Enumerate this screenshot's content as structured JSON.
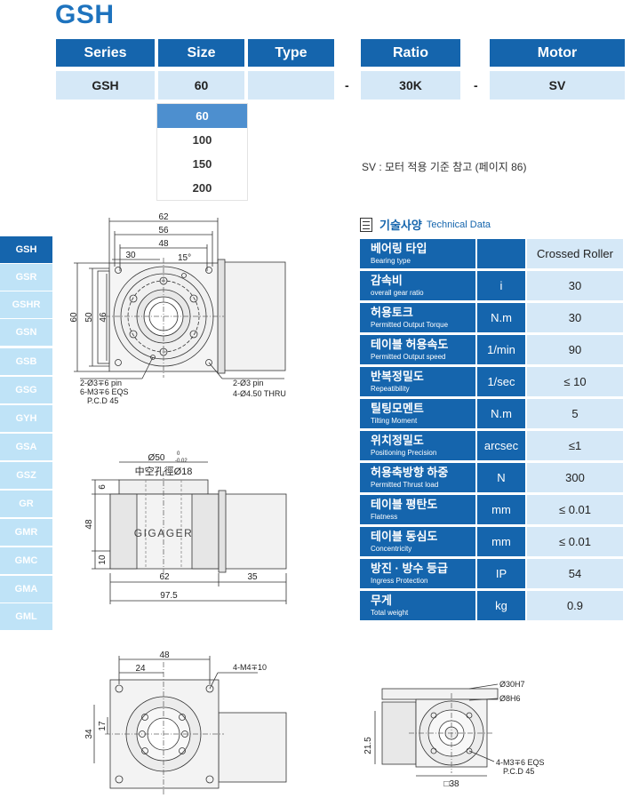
{
  "title": "GSH",
  "config": {
    "headers": [
      "Series",
      "Size",
      "Type",
      "Ratio",
      "Motor"
    ],
    "values": [
      "GSH",
      "60",
      "",
      "30K",
      "SV"
    ],
    "separator": "-"
  },
  "size_options": [
    "60",
    "100",
    "150",
    "200"
  ],
  "selected_size": "60",
  "sv_note": "SV : 모터 적용 기준 참고 (페이지 86)",
  "sidebar": [
    "GSH",
    "GSR",
    "GSHR",
    "GSN",
    "GSB",
    "GSG",
    "GYH",
    "GSA",
    "GSZ",
    "GR",
    "GMR",
    "GMC",
    "GMA",
    "GML"
  ],
  "sidebar_active": "GSH",
  "tech": {
    "title_ko": "기술사양",
    "title_en": "Technical Data",
    "rows": [
      {
        "ko": "베어링 타입",
        "en": "Bearing type",
        "unit": "",
        "value": "Crossed Roller"
      },
      {
        "ko": "감속비",
        "en": "overall gear ratio",
        "unit": "i",
        "value": "30"
      },
      {
        "ko": "허용토크",
        "en": "Permitted Output Torque",
        "unit": "N.m",
        "value": "30"
      },
      {
        "ko": "테이블 허용속도",
        "en": "Permitted Output speed",
        "unit": "1/min",
        "value": "90"
      },
      {
        "ko": "반복정밀도",
        "en": "Repeatibility",
        "unit": "1/sec",
        "value": "≤ 10"
      },
      {
        "ko": "틸팅모멘트",
        "en": "Tilting Moment",
        "unit": "N.m",
        "value": "5"
      },
      {
        "ko": "위치정밀도",
        "en": "Positioning Precision",
        "unit": "arcsec",
        "value": "≤1"
      },
      {
        "ko": "허용축방향 하중",
        "en": "Permitted Thrust load",
        "unit": "N",
        "value": "300"
      },
      {
        "ko": "테이블 평탄도",
        "en": "Flatness",
        "unit": "mm",
        "value": "≤ 0.01"
      },
      {
        "ko": "테이블 동심도",
        "en": "Concentricity",
        "unit": "mm",
        "value": "≤ 0.01"
      },
      {
        "ko": "방진 · 방수 등급",
        "en": "Ingress Protection",
        "unit": "IP",
        "value": "54"
      },
      {
        "ko": "무게",
        "en": "Total weight",
        "unit": "kg",
        "value": "0.9"
      }
    ]
  },
  "drawing_top": {
    "dim_62": "62",
    "dim_56": "56",
    "dim_48": "48",
    "dim_30": "30",
    "dim_15deg": "15°",
    "dim_60": "60",
    "dim_50": "50",
    "dim_46": "46",
    "note_pin_left": "2-Ø3∓6 pin",
    "note_eqs": "6-M3∓6 EQS",
    "note_pcd": "P.C.D 45",
    "note_pin_right": "2-Ø3 pin",
    "note_thru": "4-Ø4.50 THRU"
  },
  "drawing_side": {
    "dim_phi50": "Ø50",
    "tol_upper": "0",
    "tol_lower": "-0.02",
    "hollow_label": "中空孔徑Ø18",
    "dim_6": "6",
    "dim_48": "48",
    "dim_10": "10",
    "dim_62": "62",
    "dim_35": "35",
    "dim_97_5": "97.5",
    "brand": "GIGAGER"
  },
  "drawing_bottom": {
    "dim_48": "48",
    "dim_24": "24",
    "note_m4": "4-M4∓10",
    "dim_17": "17",
    "dim_34": "34"
  },
  "drawing_rear": {
    "note_30h7": "Ø30H7",
    "note_8h6": "Ø8H6",
    "dim_21_5": "21.5",
    "dim_38": "□38",
    "note_eqs": "4-M3∓6 EQS",
    "note_pcd": "P.C.D 45"
  }
}
